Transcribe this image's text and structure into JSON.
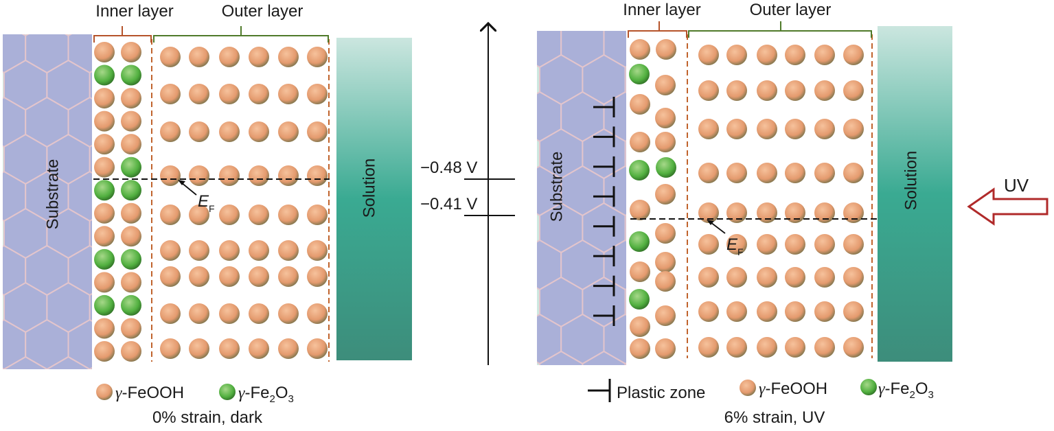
{
  "left_panel": {
    "inner_label": "Inner layer",
    "outer_label": "Outer layer",
    "substrate_label": "Substrate",
    "solution_label": "Solution",
    "ef_main": "E",
    "ef_sub": "F",
    "caption": "0% strain, dark",
    "inner_rows": [
      [
        "o",
        "o"
      ],
      [
        "g",
        "g"
      ],
      [
        "o",
        "o"
      ],
      [
        "o",
        "o"
      ],
      [
        "o",
        "o"
      ],
      [
        "o",
        "g"
      ],
      [
        "g",
        "g"
      ],
      [
        "o",
        "o"
      ],
      [
        "o",
        "o"
      ],
      [
        "g",
        "g"
      ],
      [
        "o",
        "o"
      ],
      [
        "g",
        "g"
      ],
      [
        "o",
        "o"
      ],
      [
        "o",
        "o"
      ]
    ]
  },
  "right_panel": {
    "inner_label": "Inner layer",
    "outer_label": "Outer layer",
    "substrate_label": "Substrate",
    "solution_label": "Solution",
    "ef_main": "E",
    "ef_sub": "F",
    "caption": "6% strain, UV",
    "uv_label": "UV",
    "dislocation_count": 8
  },
  "energy_axis": {
    "level_1": "−0.48 V",
    "level_2": "−0.41 V"
  },
  "legend_left": {
    "feooh_prefix": "γ",
    "feooh_text": "-FeOOH",
    "fe2o3_prefix": "γ",
    "fe2o3_text": "-Fe",
    "fe2o3_sub1": "2",
    "fe2o3_mid": "O",
    "fe2o3_sub2": "3"
  },
  "legend_right": {
    "plastic_zone": "Plastic zone",
    "feooh_prefix": "γ",
    "feooh_text": "-FeOOH",
    "fe2o3_prefix": "γ",
    "fe2o3_text": "-Fe",
    "fe2o3_sub1": "2",
    "fe2o3_mid": "O",
    "fe2o3_sub2": "3"
  },
  "colors": {
    "substrate_bg": "#cde8e0",
    "hexagon": "#aab0d8",
    "feooh": "#e9a37a",
    "fe2o3": "#5bb548",
    "bracket_inner": "#b5532a",
    "bracket_outer": "#4f7a2a",
    "dashed_boundary": "#c0632c",
    "solution_top": "#cbe6df",
    "solution_mid": "#3aaa92",
    "solution_bottom": "#3d8d7b",
    "uv_arrow": "#b02a2a"
  }
}
